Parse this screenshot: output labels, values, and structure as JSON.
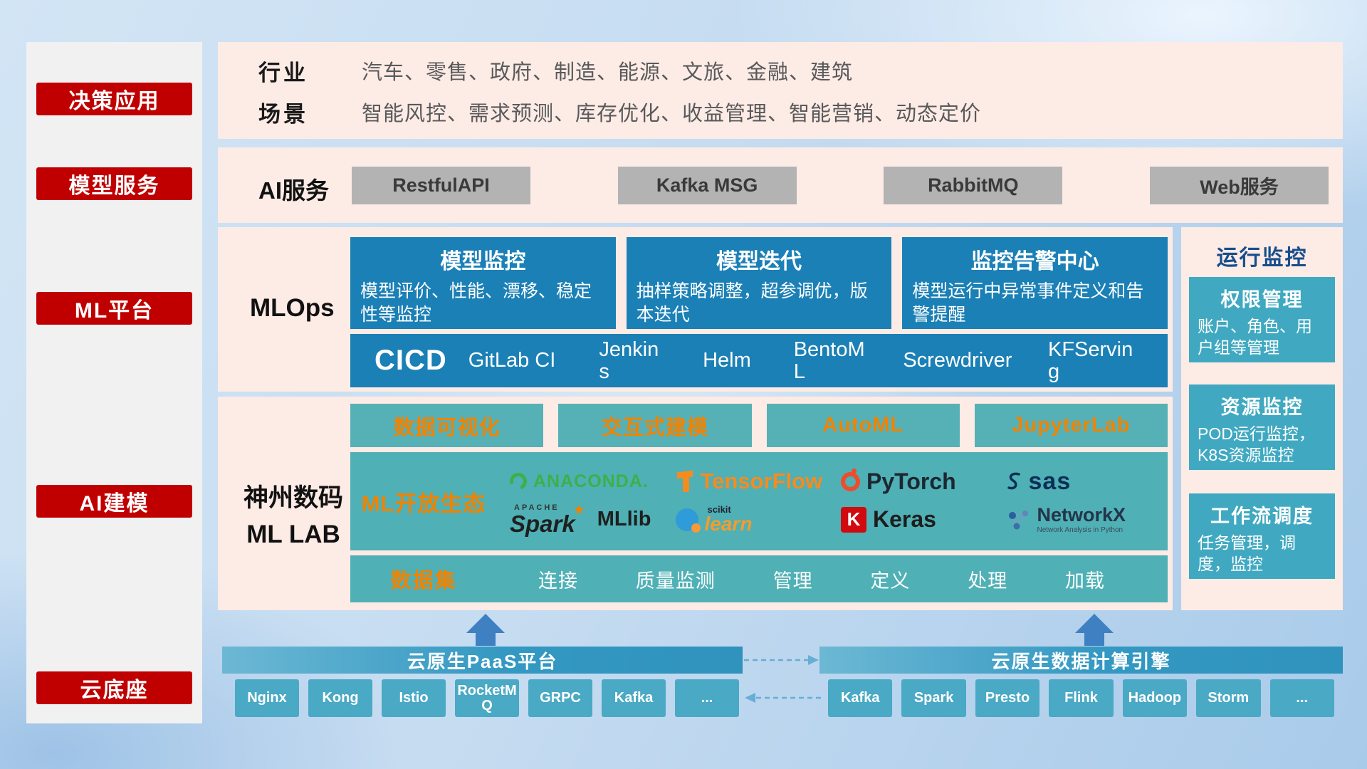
{
  "sidebar": {
    "items": [
      {
        "label": "决策应用"
      },
      {
        "label": "模型服务"
      },
      {
        "label": "ML平台"
      },
      {
        "label": "AI建模"
      },
      {
        "label": "云底座"
      }
    ]
  },
  "industry": {
    "rows": [
      {
        "label": "行业",
        "text": "汽车、零售、政府、制造、能源、文旅、金融、建筑"
      },
      {
        "label": "场景",
        "text": "智能风控、需求预测、库存优化、收益管理、智能营销、动态定价"
      }
    ]
  },
  "ai_service": {
    "label": "AI服务",
    "buttons": [
      {
        "label": "RestfulAPI"
      },
      {
        "label": "Kafka MSG"
      },
      {
        "label": "RabbitMQ"
      },
      {
        "label": "Web服务"
      }
    ]
  },
  "mlops": {
    "label": "MLOps",
    "cards": [
      {
        "title": "模型监控",
        "desc": "模型评价、性能、漂移、稳定性等监控"
      },
      {
        "title": "模型迭代",
        "desc": "抽样策略调整，超参调优，版本迭代"
      },
      {
        "title": "监控告警中心",
        "desc": "模型运行中异常事件定义和告警提醒"
      }
    ],
    "cicd": {
      "title": "CICD",
      "items": [
        {
          "label": "GitLab CI"
        },
        {
          "label": "Jenkins"
        },
        {
          "label": "Helm"
        },
        {
          "label": "BentoML"
        },
        {
          "label": "Screwdriver"
        },
        {
          "label": "KFServing"
        }
      ]
    }
  },
  "mllab": {
    "label_line1": "神州数码",
    "label_line2": "ML LAB",
    "tools": [
      {
        "label": "数据可视化"
      },
      {
        "label": "交互式建模"
      },
      {
        "label": "AutoML"
      },
      {
        "label": "JupyterLab"
      }
    ],
    "ecosystem": {
      "label": "ML开放生态",
      "anaconda": {
        "text": "ANACONDA."
      },
      "tensorflow": {
        "text": "TensorFlow"
      },
      "pytorch": {
        "text": "PyTorch"
      },
      "sas": {
        "text": "sas"
      },
      "spark": {
        "super": "APACHE",
        "text": "Spark",
        "companion": "MLlib"
      },
      "scikit": {
        "super": "scikit",
        "text": "learn"
      },
      "keras": {
        "letter": "K",
        "text": "Keras"
      },
      "networkx": {
        "text": "NetworkX",
        "subtitle": "Network Analysis in Python"
      }
    },
    "dataset": {
      "label": "数据集",
      "items": [
        {
          "label": "连接"
        },
        {
          "label": "质量监测"
        },
        {
          "label": "管理"
        },
        {
          "label": "定义"
        },
        {
          "label": "处理"
        },
        {
          "label": "加载"
        }
      ]
    }
  },
  "monitor": {
    "title": "运行监控",
    "cards": [
      {
        "title": "权限管理",
        "desc": "账户、角色、用户组等管理"
      },
      {
        "title": "资源监控",
        "desc": "POD运行监控，K8S资源监控"
      },
      {
        "title": "工作流调度",
        "desc": "任务管理，调度，监控"
      }
    ]
  },
  "cloud": {
    "paas": {
      "title": "云原生PaaS平台",
      "items": [
        {
          "label": "Nginx"
        },
        {
          "label": "Kong"
        },
        {
          "label": "Istio"
        },
        {
          "label": "RocketMQ"
        },
        {
          "label": "GRPC"
        },
        {
          "label": "Kafka"
        },
        {
          "label": "..."
        }
      ]
    },
    "engine": {
      "title": "云原生数据计算引擎",
      "items": [
        {
          "label": "Kafka"
        },
        {
          "label": "Spark"
        },
        {
          "label": "Presto"
        },
        {
          "label": "Flink"
        },
        {
          "label": "Hadoop"
        },
        {
          "label": "Storm"
        },
        {
          "label": "..."
        }
      ]
    }
  },
  "colors": {
    "accent_red": "#c00000",
    "panel_pink": "#fdebe6",
    "box_blue": "#1b80b6",
    "box_teal": "#4fb0b5",
    "box_teal_blue": "#40a9c1",
    "accent_orange": "#f08300",
    "arrow_blue": "#3e80c2"
  }
}
